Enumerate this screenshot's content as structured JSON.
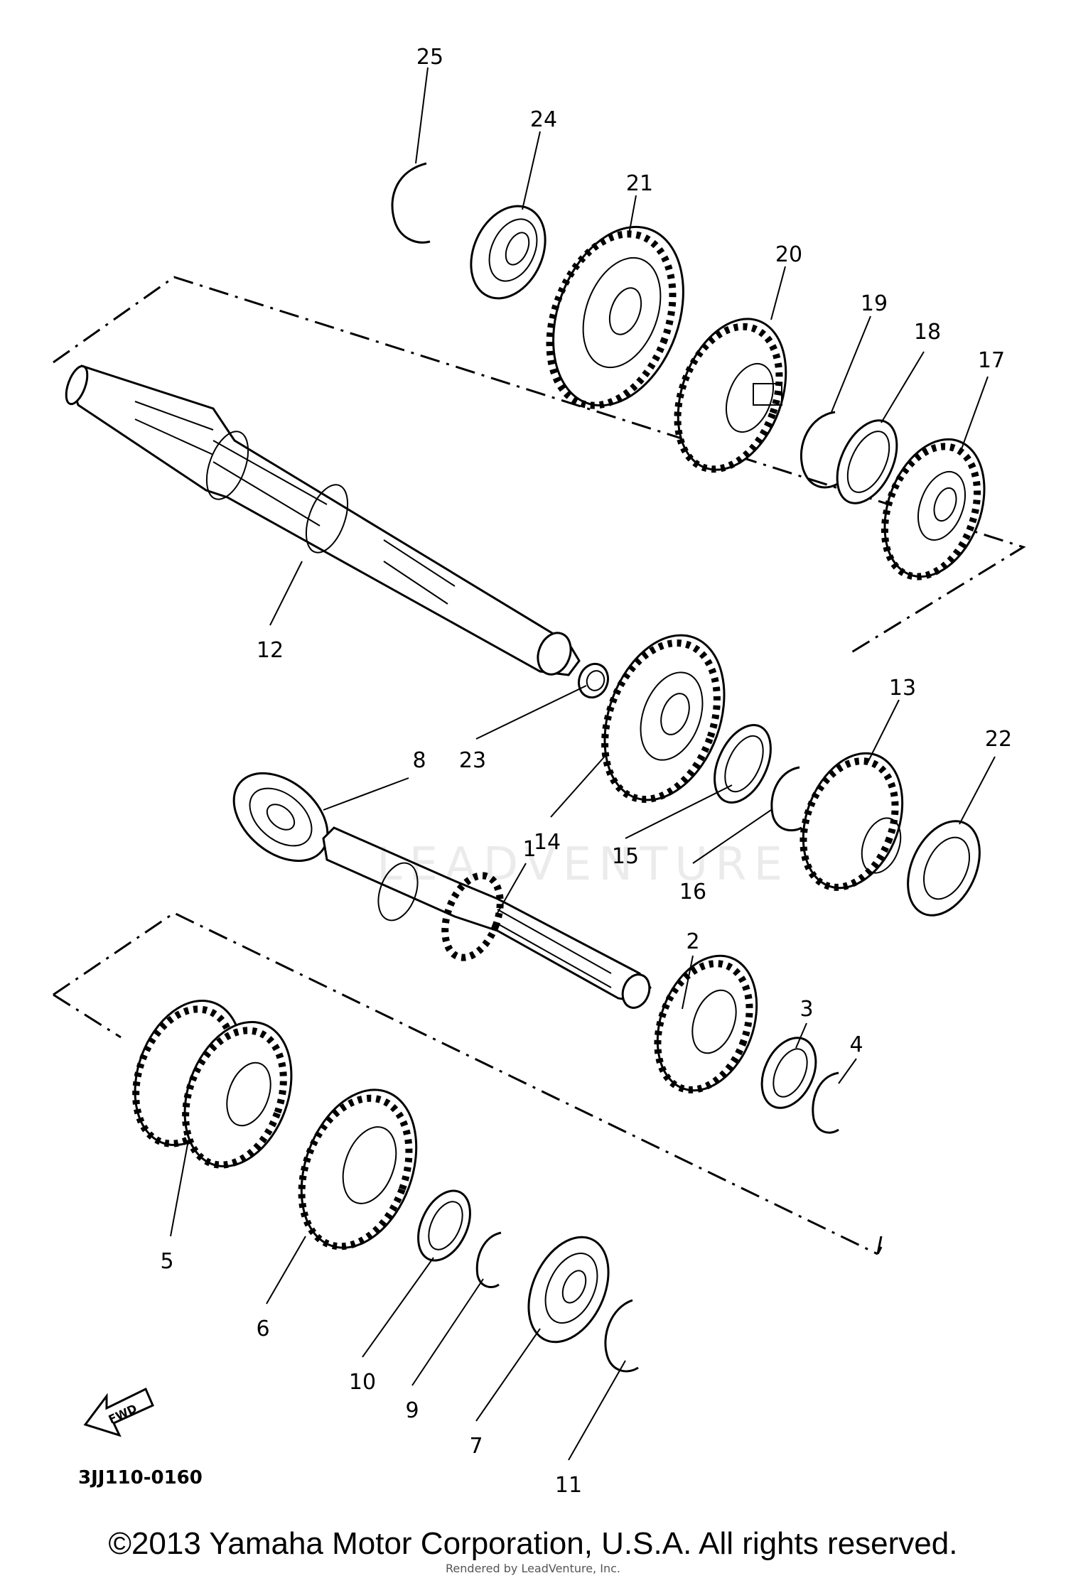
{
  "diagram": {
    "part_labels": {
      "p1": "1",
      "p2": "2",
      "p3": "3",
      "p4": "4",
      "p5": "5",
      "p6": "6",
      "p7": "7",
      "p8": "8",
      "p9": "9",
      "p10": "10",
      "p11": "11",
      "p12": "12",
      "p13": "13",
      "p14": "14",
      "p15": "15",
      "p16": "16",
      "p17": "17",
      "p18": "18",
      "p19": "19",
      "p20": "20",
      "p21": "21",
      "p22": "22",
      "p23": "23",
      "p24": "24",
      "p25": "25"
    },
    "fwd_label": "FWD",
    "diagram_code": "3JJ110-0160"
  },
  "watermark": "LEADVENTURE",
  "footer": {
    "copyright": "©2013 Yamaha Motor Corporation, U.S.A. All rights reserved.",
    "rendered_by": "Rendered by LeadVenture, Inc."
  }
}
